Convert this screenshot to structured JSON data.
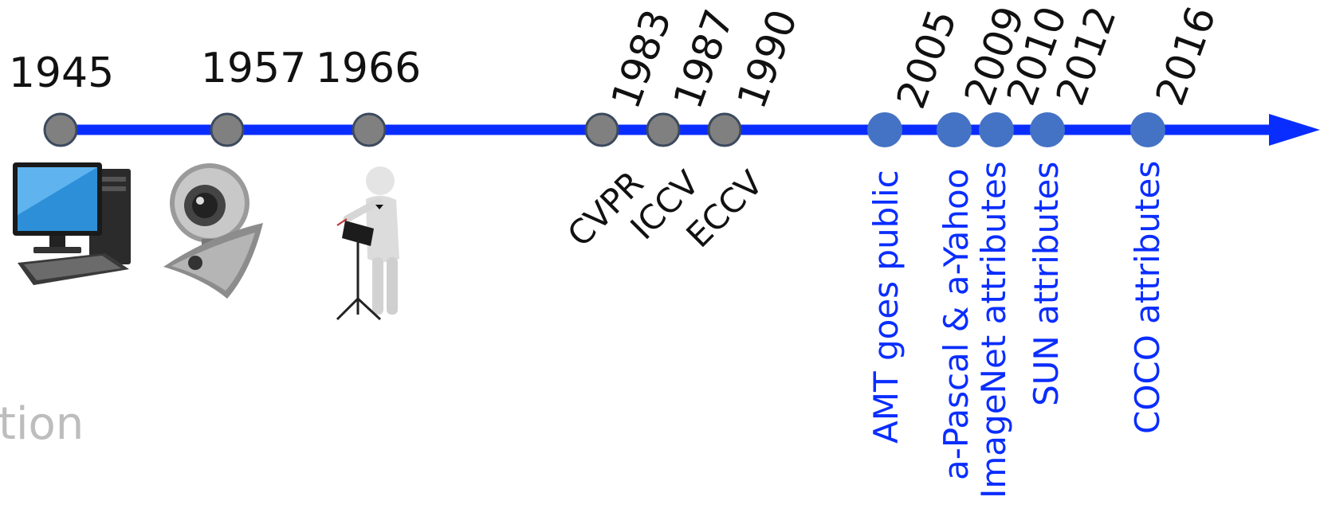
{
  "colors": {
    "axis": "#0a2dff",
    "old_dot": "#808080",
    "old_dot_stroke": "#3c4a5e",
    "new_dot": "#4472c4",
    "event_text": "#0a2dff"
  },
  "timeline": {
    "early_years": [
      "1945",
      "1957",
      "1966"
    ],
    "conference_years": [
      "1983",
      "1987",
      "1990"
    ],
    "conferences": [
      "CVPR",
      "ICCV",
      "ECCV"
    ],
    "dataset_years": [
      "2005",
      "2009",
      "2010",
      "2012",
      "2016"
    ],
    "dataset_events": [
      "AMT goes public",
      "a-Pascal & a-Yahoo",
      "ImageNet attributes",
      "SUN attributes",
      "COCO attributes"
    ]
  },
  "pictures": [
    "computer-icon",
    "webcam-icon",
    "conductor-figure-icon"
  ],
  "faded_text": "tion"
}
